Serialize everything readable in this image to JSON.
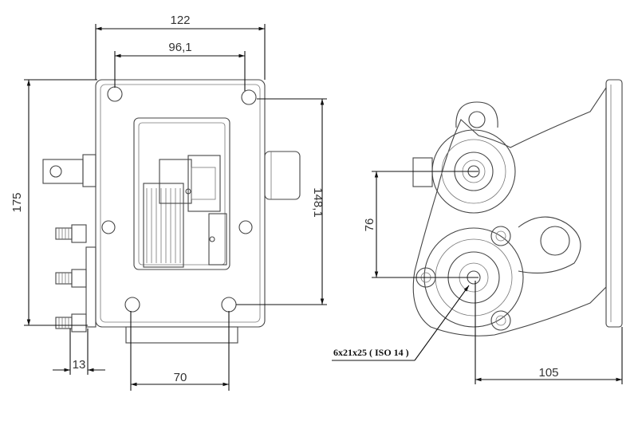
{
  "dimensions": {
    "width_122": "122",
    "width_96_1": "96,1",
    "height_175": "175",
    "height_148_1": "148,1",
    "offset_13": "13",
    "width_70": "70",
    "height_76": "76",
    "width_105": "105"
  },
  "notes": {
    "shaft_spec": "6x21x25 ( ISO 14 )"
  },
  "colors": {
    "outline": "#444444",
    "dimension": "#111111",
    "background": "#ffffff"
  }
}
